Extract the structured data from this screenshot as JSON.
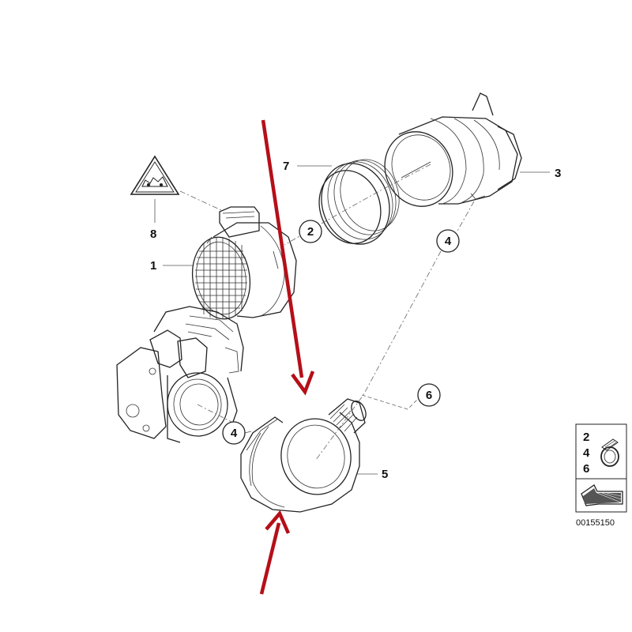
{
  "callouts": {
    "plain": [
      {
        "text": "7"
      },
      {
        "text": "3"
      },
      {
        "text": "8"
      },
      {
        "text": "1"
      },
      {
        "text": "5"
      }
    ],
    "circled": [
      {
        "text": "2"
      },
      {
        "text": "4"
      },
      {
        "text": "6"
      },
      {
        "text": "4"
      }
    ]
  },
  "legend": {
    "items": [
      "2",
      "4",
      "6"
    ],
    "reference": "00155150"
  },
  "colors": {
    "arrow": "#b50f18",
    "line": "#222222"
  },
  "icons": [
    "warning-triangle-icon",
    "hose-clamp-icon",
    "tool-wedge-icon",
    "red-arrow-icon"
  ]
}
